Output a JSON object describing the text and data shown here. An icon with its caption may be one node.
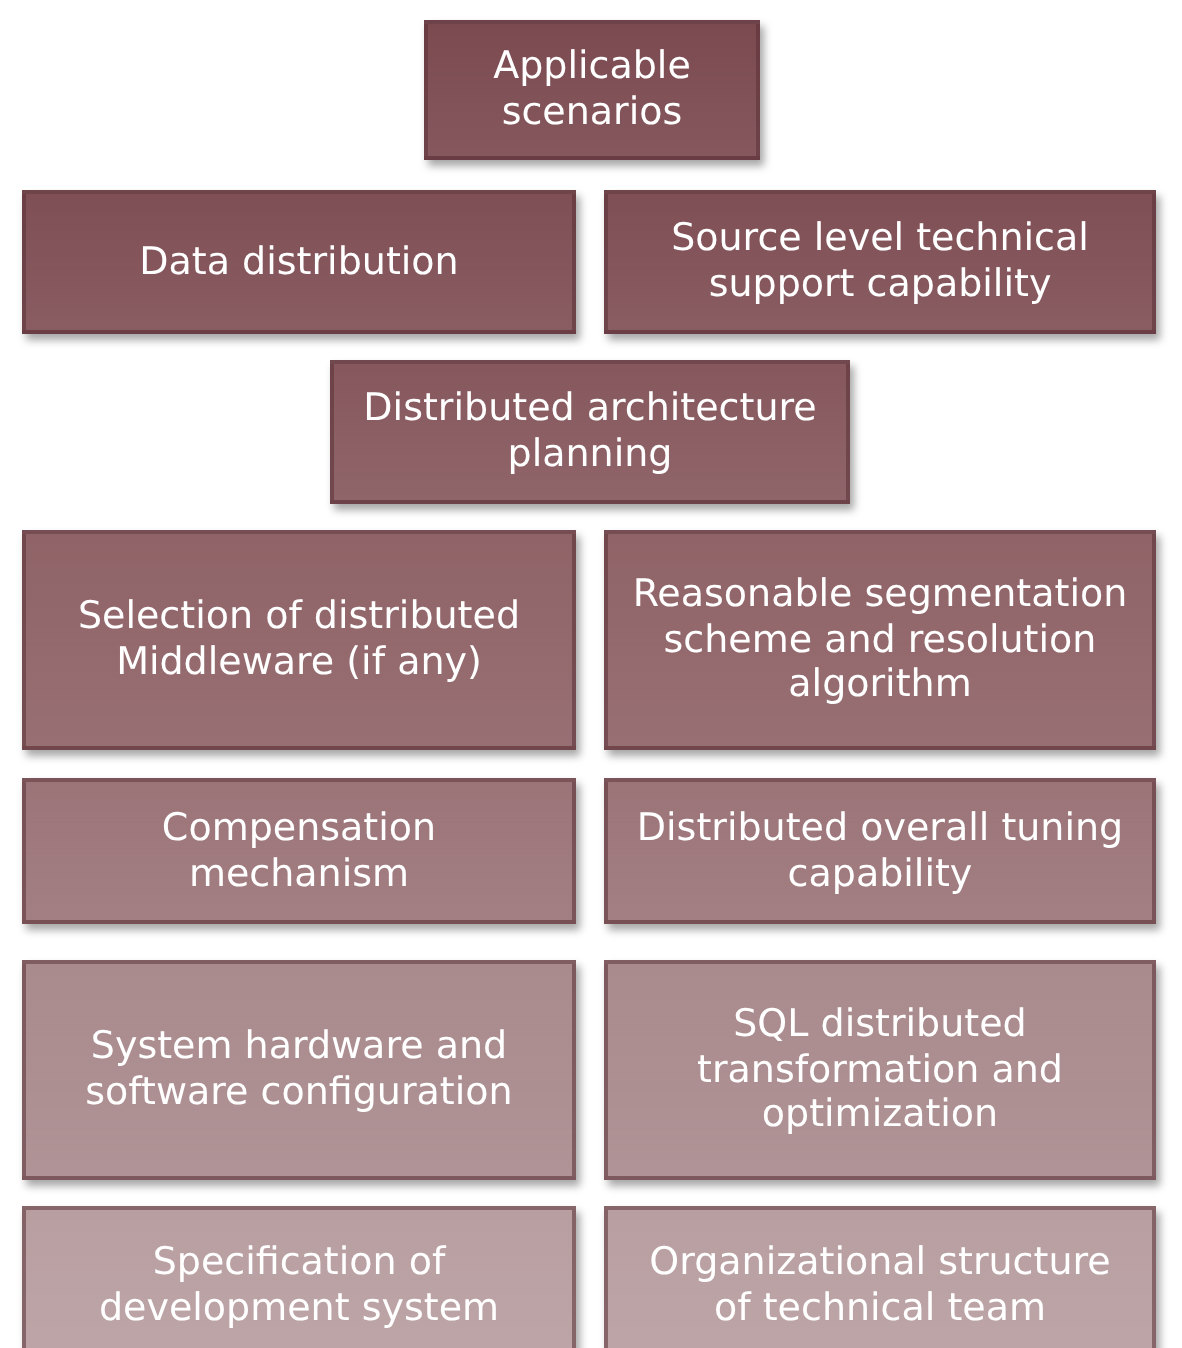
{
  "diagram": {
    "nodes": [
      {
        "text": [
          "Applicable scenarios"
        ]
      },
      {
        "text": [
          "Data distribution"
        ]
      },
      {
        "text": [
          "Source level technical support capability"
        ]
      },
      {
        "text": [
          "Distributed architecture planning"
        ]
      },
      {
        "text": [
          "Selection of distributed Middleware (if any)"
        ]
      },
      {
        "text": [
          "Reasonable segmentation scheme and resolution algorithm"
        ]
      },
      {
        "text": [
          "Compensation mechanism"
        ]
      },
      {
        "text": [
          "Distributed overall tuning capability"
        ]
      },
      {
        "text": [
          "System hardware and software configuration"
        ]
      },
      {
        "text": [
          "SQL distributed transformation and optimization"
        ]
      },
      {
        "text": [
          "Specification of development system"
        ]
      },
      {
        "text": [
          "Organizational structure of technical team"
        ]
      }
    ],
    "edges": []
  }
}
